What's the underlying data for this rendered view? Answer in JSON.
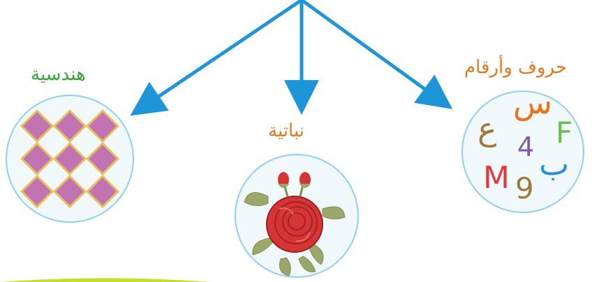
{
  "diagram": {
    "categories": [
      {
        "label": "هندسية",
        "label_color": "#3aa23a",
        "image": "purple-diamond-pattern"
      },
      {
        "label": "نباتية",
        "label_color": "#e07a1f",
        "image": "red-rose"
      },
      {
        "label": "حروف وأرقام",
        "label_color": "#e07a1f",
        "image": "letters-and-numbers"
      }
    ],
    "symbols": [
      {
        "text": "س",
        "color": "#e8741e"
      },
      {
        "text": "ع",
        "color": "#a07a3c"
      },
      {
        "text": "4",
        "color": "#7e5aa8"
      },
      {
        "text": "F",
        "color": "#6cc04a"
      },
      {
        "text": "ب",
        "color": "#2a8fd6"
      },
      {
        "text": "M",
        "color": "#e03a3a"
      },
      {
        "text": "9",
        "color": "#a07a3c"
      }
    ],
    "colors": {
      "arrow": "#1f95d9",
      "circle_stroke": "#8fd0ef",
      "circle_fill": "#f2f9fd",
      "diamond": "#c173b2",
      "diamond_border": "#e7c25a",
      "rose_petal": "#d63535",
      "rose_leaf": "#9aa86a",
      "bottom_bar": "#c6dc2e"
    }
  }
}
